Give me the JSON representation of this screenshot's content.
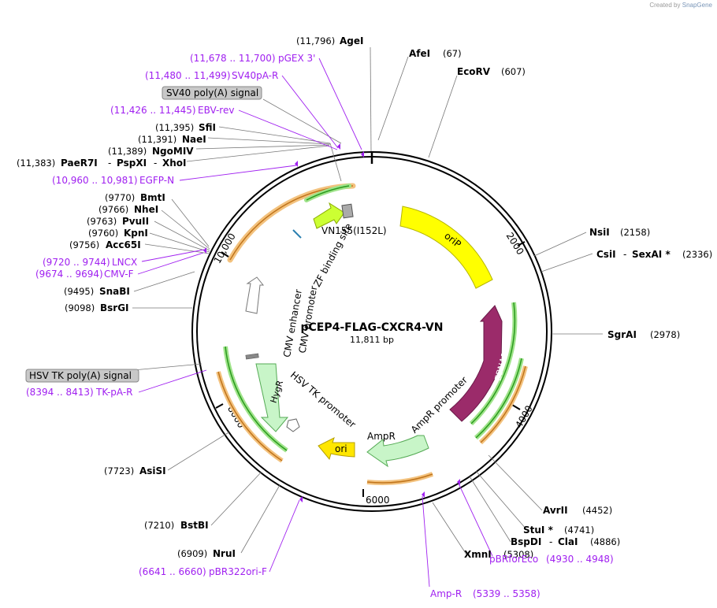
{
  "credit": {
    "prefix": "Created by",
    "brand": "SnapGene"
  },
  "plasmid": {
    "name": "pCEP4-FLAG-CXCR4-VN",
    "size_label": "11,811 bp"
  },
  "ticks": [
    "2000",
    "4000",
    "6000",
    "8000",
    "10,000"
  ],
  "enzymes_right": [
    {
      "name": "AgeI",
      "pos": "(11,796)"
    },
    {
      "name": "AfeI",
      "pos": "(67)"
    },
    {
      "name": "EcoRV",
      "pos": "(607)"
    },
    {
      "name": "NsiI",
      "pos": "(2158)"
    },
    {
      "name": "CsiI",
      "name2": "SexAI *",
      "pos": "(2336)"
    },
    {
      "name": "SgrAI",
      "pos": "(2978)"
    },
    {
      "name": "AvrII",
      "pos": "(4452)"
    },
    {
      "name": "StuI *",
      "pos": "(4741)"
    },
    {
      "name": "BspDI",
      "name2": "ClaI",
      "pos": "(4886)"
    },
    {
      "name": "XmnI",
      "pos": "(5308)"
    }
  ],
  "enzymes_left": [
    {
      "name": "SfiI",
      "pos": "(11,395)"
    },
    {
      "name": "NaeI",
      "pos": "(11,391)"
    },
    {
      "name": "NgoMIV",
      "pos": "(11,389)"
    },
    {
      "name": "PaeR7I",
      "name2": "PspXI",
      "name3": "XhoI",
      "pos": "(11,383)"
    },
    {
      "name": "BmtI",
      "pos": "(9770)"
    },
    {
      "name": "NheI",
      "pos": "(9766)"
    },
    {
      "name": "PvuII",
      "pos": "(9763)"
    },
    {
      "name": "KpnI",
      "pos": "(9760)"
    },
    {
      "name": "Acc65I",
      "pos": "(9756)"
    },
    {
      "name": "SnaBI",
      "pos": "(9495)"
    },
    {
      "name": "BsrGI",
      "pos": "(9098)"
    },
    {
      "name": "AsiSI",
      "pos": "(7723)"
    },
    {
      "name": "BstBI",
      "pos": "(7210)"
    },
    {
      "name": "NruI",
      "pos": "(6909)"
    }
  ],
  "primers": [
    {
      "name": "pGEX 3'",
      "range": "(11,678 .. 11,700)"
    },
    {
      "name": "SV40pA-R",
      "range": "(11,480 .. 11,499)"
    },
    {
      "name": "EBV-rev",
      "range": "(11,426 .. 11,445)"
    },
    {
      "name": "EGFP-N",
      "range": "(10,960 .. 10,981)"
    },
    {
      "name": "LNCX",
      "range": "(9720 .. 9744)"
    },
    {
      "name": "CMV-F",
      "range": "(9674 .. 9694)"
    },
    {
      "name": "TK-pA-R",
      "range": "(8394 .. 8413)"
    },
    {
      "name": "pBR322ori-F",
      "range": "(6641 .. 6660)"
    },
    {
      "name": "pBRforEco",
      "range": "(4930 .. 4948)"
    },
    {
      "name": "Amp-R",
      "range": "(5339 .. 5358)"
    }
  ],
  "boxed_labels": [
    "SV40 poly(A) signal",
    "HSV TK poly(A) signal"
  ],
  "features": {
    "vn": "VN155(I152L)",
    "zf": "ZF binding site",
    "oriP": "oriP",
    "ebna1": "EBNA1",
    "ampr_prom": "AmpR promoter",
    "ampr": "AmpR",
    "ori": "ori",
    "hsv_prom": "HSV TK promoter",
    "hygr": "HygR",
    "cmv_enh": "CMV enhancer",
    "cmv_prom": "CMV promoter"
  },
  "colors": {
    "primer": "#a020f0",
    "oriP": "#ffff00",
    "EBNA1": "#9b2b6a",
    "AmpR": "#c8f5c8",
    "ori": "#ffe600",
    "HygR": "#c8f5c8",
    "VN": "#ccff33",
    "orf_orange": "#e0841a",
    "orf_green": "#2a9b1e"
  }
}
